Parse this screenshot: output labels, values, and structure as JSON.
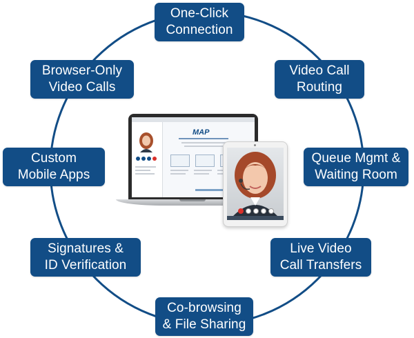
{
  "diagram": {
    "ring_color": "#124d86",
    "box_color": "#124d86",
    "text_color": "#ffffff",
    "features": [
      {
        "line1": "One-Click",
        "line2": "Connection"
      },
      {
        "line1": "Video Call",
        "line2": "Routing"
      },
      {
        "line1": "Queue Mgmt &",
        "line2": "Waiting Room"
      },
      {
        "line1": "Live Video",
        "line2": "Call Transfers"
      },
      {
        "line1": "Co-browsing",
        "line2": "& File Sharing"
      },
      {
        "line1": "Signatures &",
        "line2": "ID Verification"
      },
      {
        "line1": "Custom",
        "line2": "Mobile Apps"
      },
      {
        "line1": "Browser-Only",
        "line2": "Video Calls"
      }
    ],
    "center_image": {
      "laptop_logo": "MAP"
    }
  }
}
